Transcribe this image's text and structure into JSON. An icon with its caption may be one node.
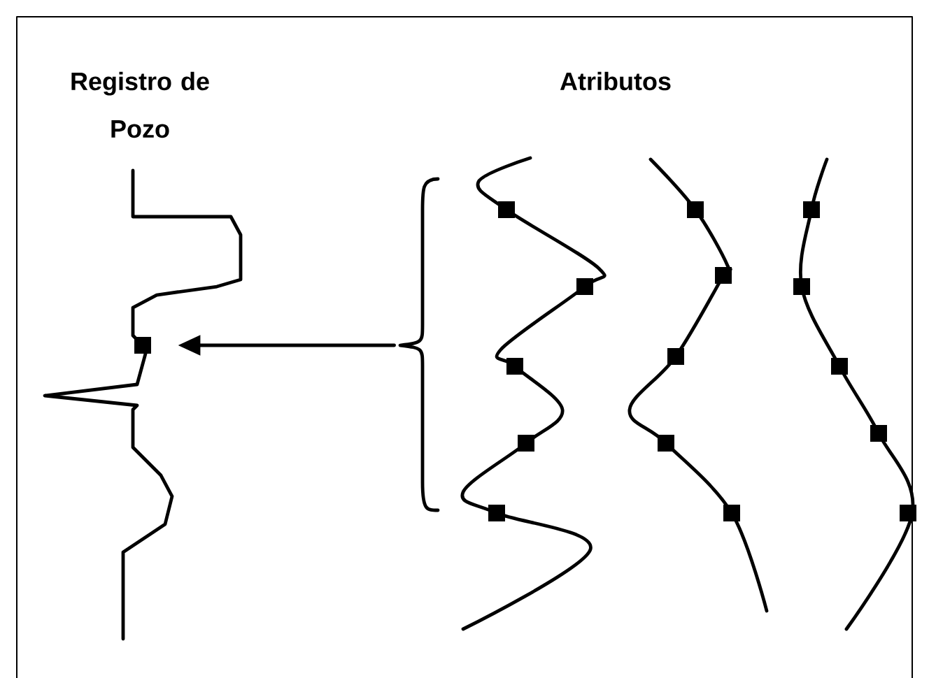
{
  "diagram": {
    "nodes": [
      {
        "text": [],
        "shape": "box"
      },
      {
        "text": [],
        "shape": "brace"
      },
      {
        "text": [],
        "shape": "box"
      },
      {
        "text": [],
        "shape": "box"
      },
      {
        "text": [],
        "shape": "box"
      },
      {
        "text": [],
        "shape": "box"
      },
      {
        "text": [],
        "shape": "box"
      },
      {
        "text": [],
        "shape": "box"
      },
      {
        "text": [],
        "shape": "box"
      },
      {
        "text": [],
        "shape": "box"
      },
      {
        "text": [],
        "shape": "box"
      },
      {
        "text": [],
        "shape": "box"
      },
      {
        "text": [],
        "shape": "box"
      },
      {
        "text": [],
        "shape": "box"
      },
      {
        "text": [],
        "shape": "box"
      },
      {
        "text": [],
        "shape": "box"
      },
      {
        "text": [],
        "shape": "box"
      }
    ],
    "edges": [
      {
        "from": 1,
        "to": 0,
        "arrow": "to"
      }
    ],
    "labels": [
      "Registro de Pozo",
      "Atributos"
    ]
  }
}
